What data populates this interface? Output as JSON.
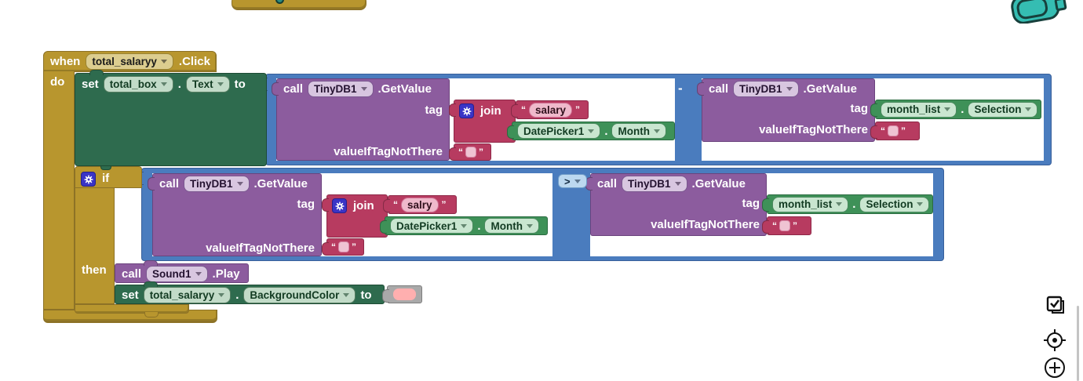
{
  "app": "App Inventor Blocks Editor",
  "colors": {
    "control_gold": "#b8962e",
    "component_set_green": "#2e6b4e",
    "method_call_purple": "#8c5c9e",
    "text_crimson": "#b73b60",
    "property_get_green": "#3e9158",
    "math_blue": "#4a7cbe",
    "mutator_gear_blue": "#3a34c6",
    "color_swatch_pink": "#ffafaf",
    "backpack_teal": "#35bdb2"
  },
  "labels": {
    "when": "when",
    "do": "do",
    "if": "if",
    "then": "then",
    "set": "set",
    "to": "to",
    "call": "call",
    "tag": "tag",
    "value_if_tag_not_there": "valueIfTagNotThere",
    "join": "join",
    "minus": "-",
    "dot": ".",
    "open_quote": "“",
    "close_quote": "”"
  },
  "event_block": {
    "component": "total_salaryy",
    "event": ".Click"
  },
  "set_text_block": {
    "component": "total_box",
    "property": "Text"
  },
  "tinydb_call": {
    "component": "TinyDB1",
    "method": ".GetValue"
  },
  "join_strings": {
    "salary": "salary",
    "salry": "salry"
  },
  "datepicker_block": {
    "component": "DatePicker1",
    "property": "Month"
  },
  "monthlist_block": {
    "component": "month_list",
    "property": "Selection"
  },
  "compare_block": {
    "operator": ">"
  },
  "sound_block": {
    "component": "Sound1",
    "method": ".Play"
  },
  "set_bgcolor_block": {
    "component": "total_salaryy",
    "property": "BackgroundColor",
    "value_color": "#ffafaf"
  },
  "side_controls": {
    "icons": [
      "copy-checkbox-icon",
      "center-blocks-icon",
      "zoom-in-icon"
    ]
  }
}
